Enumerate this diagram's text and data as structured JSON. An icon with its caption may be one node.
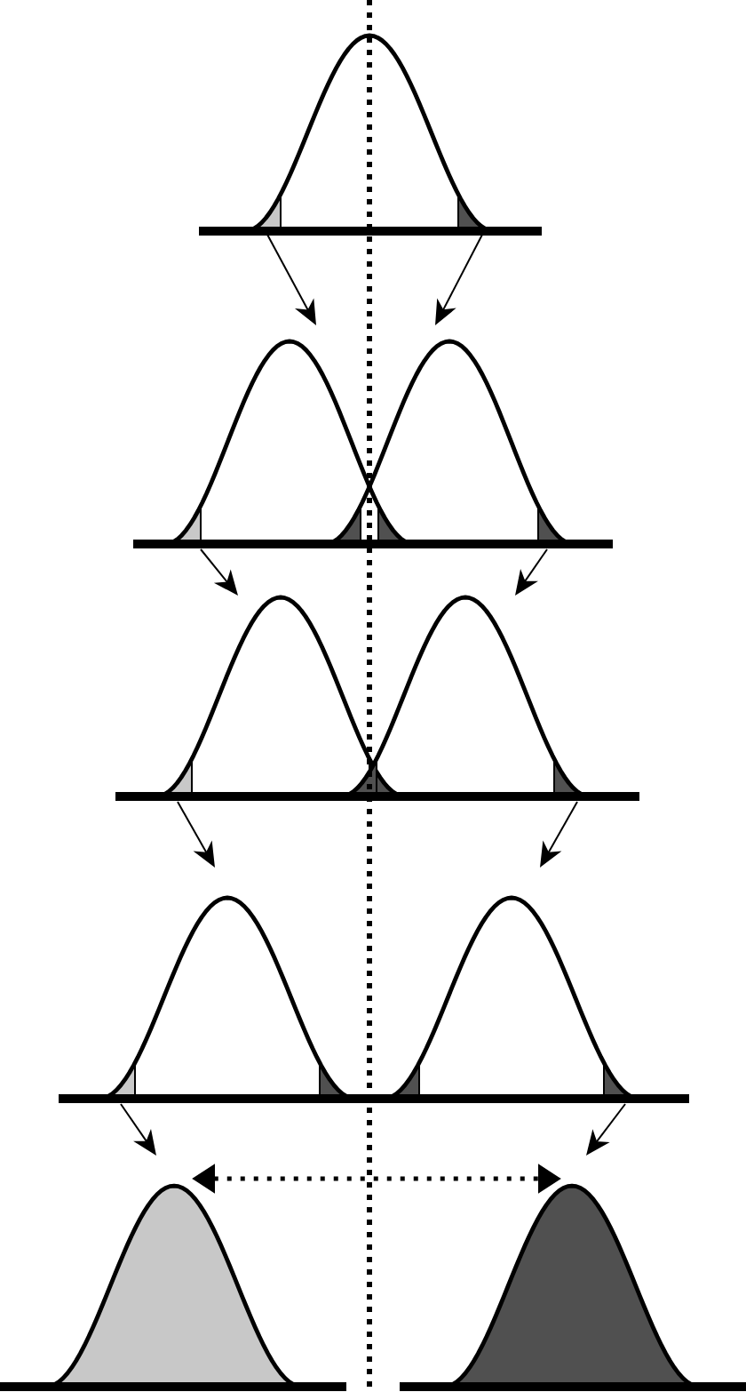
{
  "diagram": {
    "nodes": [
      {
        "text": [],
        "shape": "curve"
      },
      {
        "text": [],
        "shape": "curve"
      },
      {
        "text": [],
        "shape": "curve"
      },
      {
        "text": [],
        "shape": "curve"
      },
      {
        "text": [],
        "shape": "curve"
      },
      {
        "text": [],
        "shape": "curve"
      },
      {
        "text": [],
        "shape": "curve"
      },
      {
        "text": [],
        "shape": "curve"
      },
      {
        "text": [],
        "shape": "curve"
      }
    ],
    "edges": [
      {
        "from": 0,
        "to": 1,
        "arrow": "to"
      },
      {
        "from": 0,
        "to": 2,
        "arrow": "to"
      },
      {
        "from": 1,
        "to": 3,
        "arrow": "to"
      },
      {
        "from": 2,
        "to": 4,
        "arrow": "to"
      },
      {
        "from": 3,
        "to": 5,
        "arrow": "to"
      },
      {
        "from": 4,
        "to": 6,
        "arrow": "to"
      },
      {
        "from": 5,
        "to": 7,
        "arrow": "to"
      },
      {
        "from": 6,
        "to": 8,
        "arrow": "to"
      },
      {
        "from": 7,
        "to": 8,
        "arrow": "both",
        "style": "dashed"
      }
    ]
  }
}
